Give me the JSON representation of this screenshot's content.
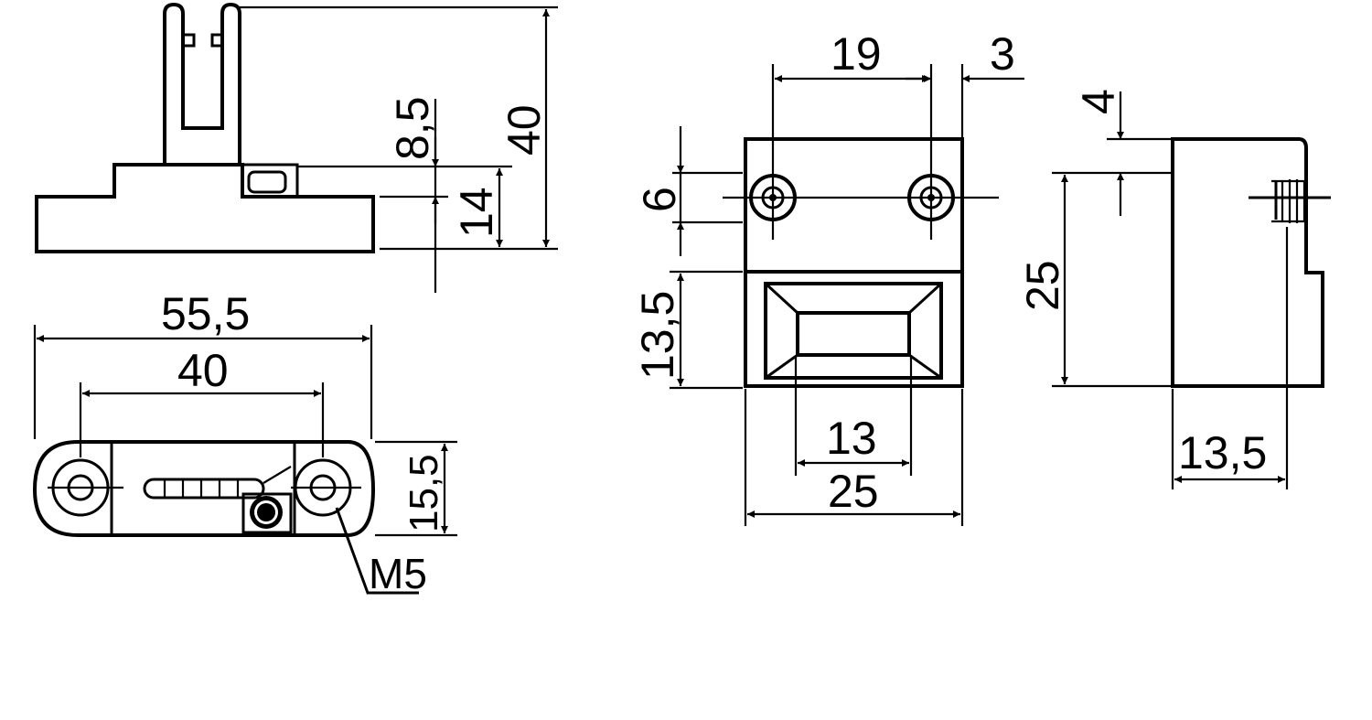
{
  "dimensions": {
    "stem_height": "8,5",
    "base_height": "14",
    "total_height": "40",
    "overall_length": "55,5",
    "hole_spacing": "40",
    "base_width": "15,5",
    "thread_label": "M5",
    "mid_hole_spacing": "19",
    "mid_edge_offset": "3",
    "mid_hole_offset": "6",
    "mid_lower_height": "13,5",
    "mid_slot_width": "13",
    "mid_total_width": "25",
    "side_top_offset": "4",
    "side_height": "25",
    "side_depth": "13,5"
  }
}
